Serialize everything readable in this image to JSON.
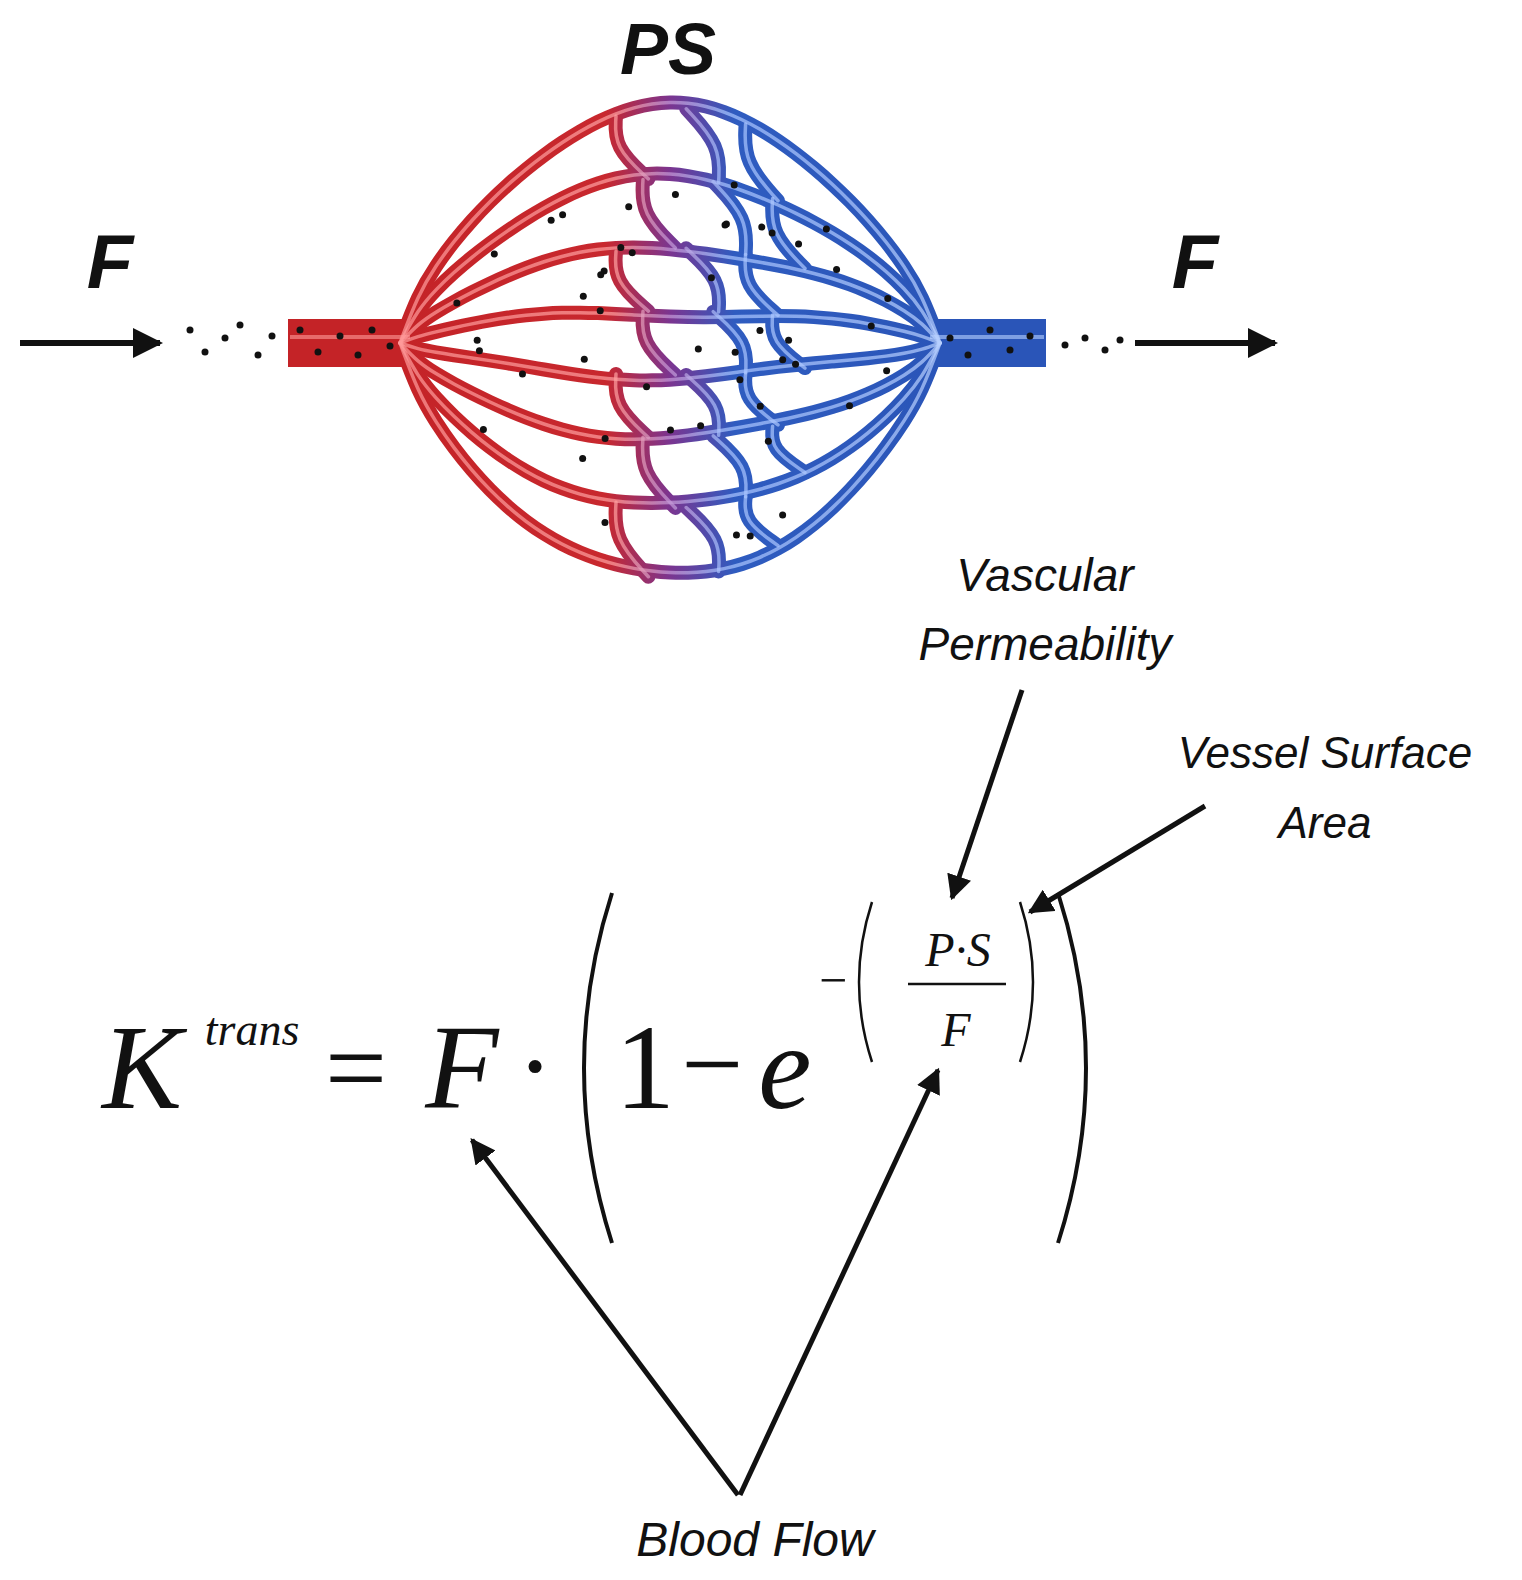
{
  "diagram": {
    "labels": [
      "PS",
      "F",
      "F",
      "Vascular Permeability",
      "Vessel Surface Area",
      "K",
      "trans",
      "=",
      "F",
      "·",
      "1",
      "−",
      "e",
      "−",
      "P·S",
      "F",
      "Blood Flow"
    ]
  }
}
